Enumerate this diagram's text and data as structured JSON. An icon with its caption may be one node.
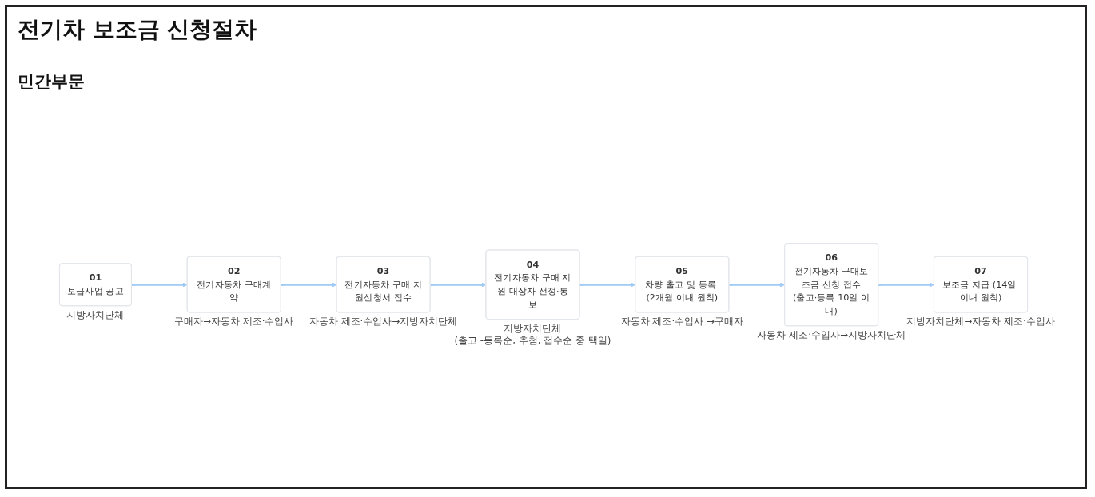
{
  "diagram": {
    "title": "전기차 보조금 신청절차",
    "nodes": [
      {
        "text": [
          "01",
          "보급사업 공고"
        ],
        "beside": [
          "지방자치단체"
        ]
      },
      {
        "text": [
          "02",
          "전기자동차 구매계약"
        ],
        "beside": [
          "구매자→자동차 제조·수입사"
        ]
      },
      {
        "text": [
          "03",
          "전기자동차 구매 지원신청서 접수"
        ],
        "beside": [
          "자동차 제조·수입사→지방자치단체"
        ]
      },
      {
        "text": [
          "04",
          "전기자동차 구매 지원 대상자 선정·통보"
        ],
        "beside": [
          "지방자치단체",
          "(출고 -등록순, 추첨, 접수순 중 택일)"
        ]
      },
      {
        "text": [
          "05",
          "차량 출고 및 등록 (2개월 이내 원칙)"
        ],
        "beside": [
          "자동차 제조·수입사 →구매자"
        ]
      },
      {
        "text": [
          "06",
          "전기자동차 구매보조금 신청 접수",
          "(출고·등록 10일 이내)"
        ],
        "beside": [
          "자동차 제조·수입사→지방자치단체"
        ]
      },
      {
        "text": [
          "07",
          "보조금 지급 (14일 이내 원칙)"
        ],
        "beside": [
          "지방자치단체→자동차 제조·수입사"
        ]
      }
    ],
    "edges": [
      {
        "from": 0,
        "to": 1,
        "arrow": "to"
      },
      {
        "from": 1,
        "to": 2,
        "arrow": "to"
      },
      {
        "from": 2,
        "to": 3,
        "arrow": "to"
      },
      {
        "from": 3,
        "to": 4,
        "arrow": "to"
      },
      {
        "from": 4,
        "to": 5,
        "arrow": "to"
      },
      {
        "from": 5,
        "to": 6,
        "arrow": "to"
      }
    ],
    "labels": [
      "민간부문"
    ]
  }
}
